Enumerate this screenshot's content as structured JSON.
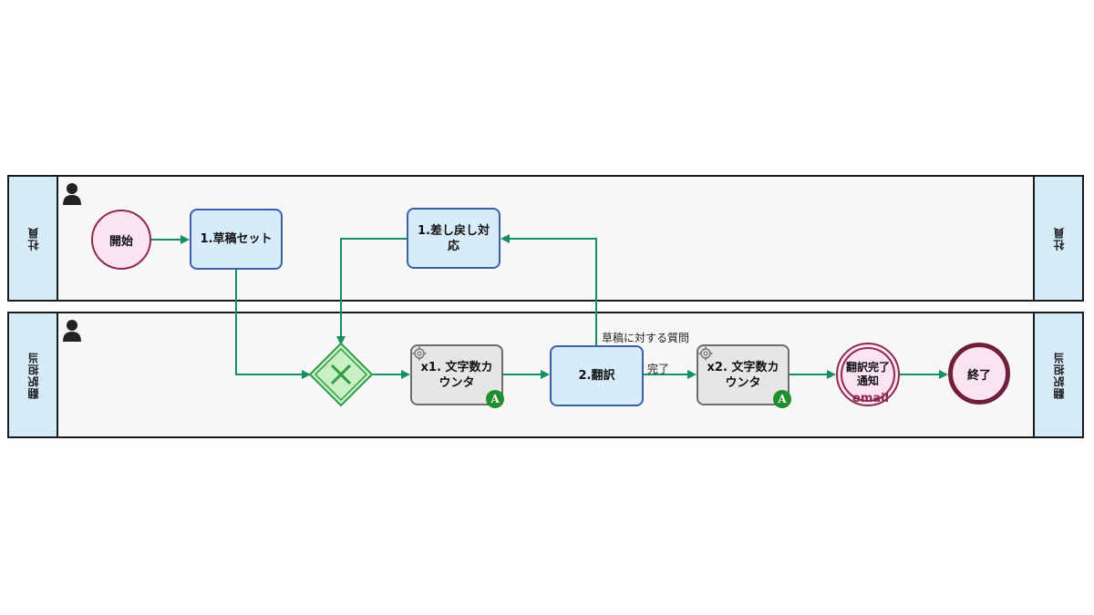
{
  "lanes": [
    {
      "label": "社員"
    },
    {
      "label": "翻訳担当"
    }
  ],
  "events": {
    "start": "開始",
    "end": "終了",
    "notify": {
      "line1": "翻訳完了",
      "line2": "通知",
      "type": "email"
    }
  },
  "tasks": {
    "draft_set": "1.草稿セット",
    "return_handle": "1.差し戻し対応",
    "char_count_1": "x1. 文字数カウンタ",
    "translate": "2.翻訳",
    "char_count_2": "x2. 文字数カウンタ"
  },
  "auto_badge": "A",
  "flows": {
    "question": "草稿に対する質問",
    "complete": "完了"
  },
  "colors": {
    "flow": "#169060",
    "lane_label_bg": "#d5ebf9",
    "user_task_bg": "#d7ecfa",
    "auto_task_bg": "#e6e6e6",
    "event_bg": "#fbe3f2",
    "gateway": "#2f9a44"
  }
}
